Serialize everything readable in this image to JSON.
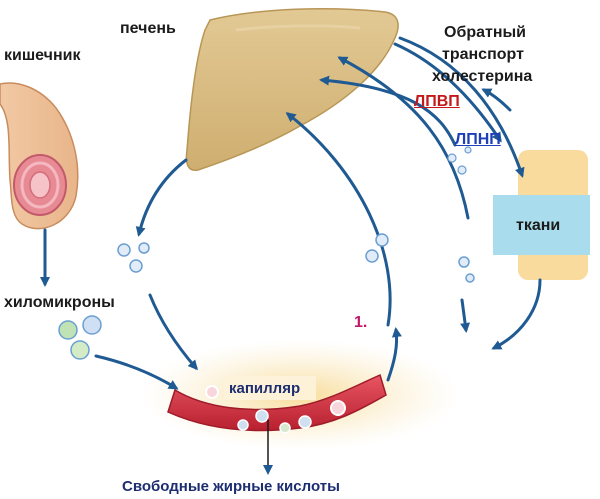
{
  "labels": {
    "liver": "печень",
    "intestine": "кишечник",
    "reverse_transport": [
      "Обратный",
      "транспорт",
      "холестерина"
    ],
    "hdl": "ЛПВП",
    "ldl": "ЛПНП",
    "tissues": "ткани",
    "chylomicrons": "хиломикроны",
    "capillary": "капилляр",
    "step_number": "1.",
    "fatty_acids": "Свободные жирные кислоты"
  },
  "colors": {
    "arrow": "#1f5a92",
    "liver": "#dcc08a",
    "capillary": "#d8384a",
    "tissue_block": "#a9dcec",
    "hdl_label": "#c4191c",
    "ldl_label": "#1f3fb8",
    "step_number": "#c2186c"
  }
}
